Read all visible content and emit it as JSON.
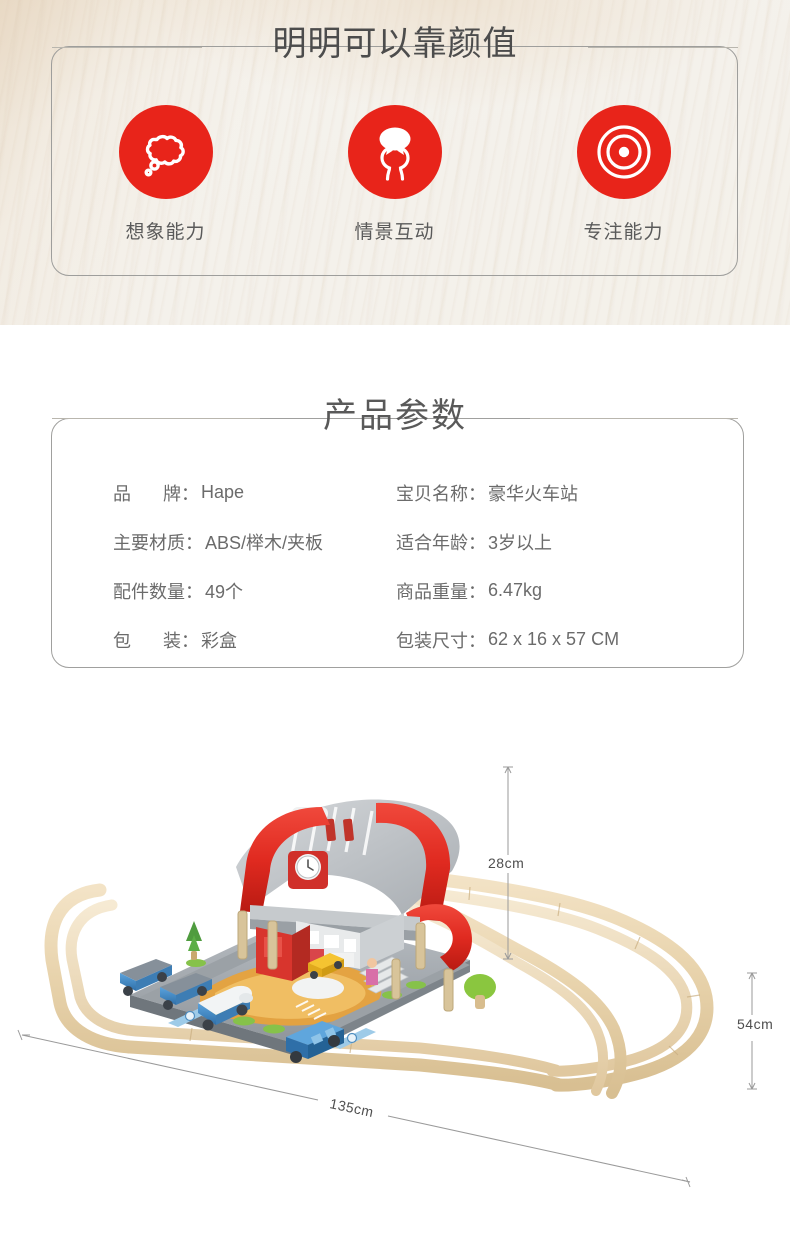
{
  "hero": {
    "title": "明明可以靠颜值",
    "features": [
      {
        "icon": "thought-bubble-icon",
        "label": "想象能力"
      },
      {
        "icon": "two-heads-speech-icon",
        "label": "情景互动"
      },
      {
        "icon": "target-rings-icon",
        "label": "专注能力"
      }
    ],
    "accent_color": "#e8241a",
    "background_color": "#f4f1eb"
  },
  "params": {
    "title": "产品参数",
    "rows": [
      {
        "label_a": "品",
        "label_b": "牌",
        "spaced": true,
        "value": "Hape",
        "r_label": "宝贝名称",
        "r_value": "豪华火车站"
      },
      {
        "label_a": "主要材质",
        "label_b": "",
        "spaced": false,
        "value": "ABS/榉木/夹板",
        "r_label": "适合年龄",
        "r_value": "3岁以上"
      },
      {
        "label_a": "配件数量",
        "label_b": "",
        "spaced": false,
        "value": "49个",
        "r_label": "商品重量",
        "r_value": "6.47kg"
      },
      {
        "label_a": "包",
        "label_b": "装",
        "spaced": true,
        "value": "彩盒",
        "r_label": "包装尺寸",
        "r_value": "62 x 16 x 57 CM"
      }
    ],
    "separator": "：",
    "separator_right": "："
  },
  "product_photo": {
    "alt": "豪华火车站木质轨道玩具套装",
    "dimensions": {
      "height": "28cm",
      "depth": "54cm",
      "width": "135cm"
    }
  }
}
